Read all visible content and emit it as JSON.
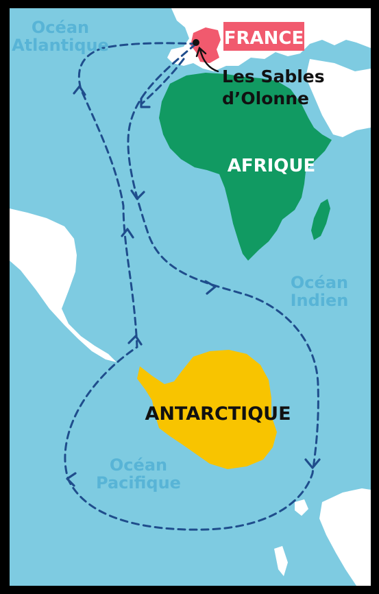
{
  "colors": {
    "frame": "#000000",
    "ocean": "#7ecbe1",
    "land": "#ffffff",
    "africa": "#119a62",
    "france": "#f15a6e",
    "antarctica": "#f8c400",
    "route": "#1f4d8c",
    "ocean_label": "#58b4d6"
  },
  "labels": {
    "ocean_atlantic_1": "Océan",
    "ocean_atlantic_2": "Atlantique",
    "france": "FRANCE",
    "city_1": "Les Sables",
    "city_2": "d’Olonne",
    "africa": "AFRIQUE",
    "ocean_indian_1": "Océan",
    "ocean_indian_2": "Indien",
    "antarctica": "ANTARCTIQUE",
    "ocean_pacific_1": "Océan",
    "ocean_pacific_2": "Pacifique"
  },
  "icons": {
    "start_marker": "dot-marker-icon",
    "leader": "curved-arrow-icon",
    "route_arrows": "chevron-arrow-icon"
  }
}
